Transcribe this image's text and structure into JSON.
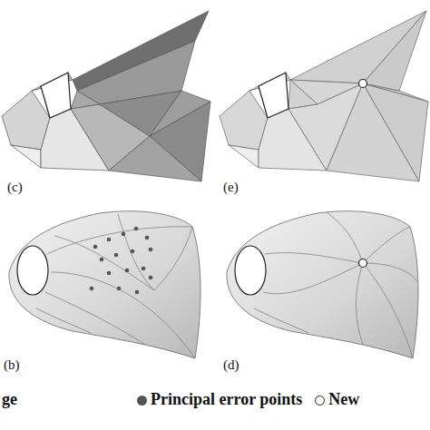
{
  "diagram": {
    "labels": [
      "(c)",
      "(e)",
      "(b)",
      "(d)"
    ],
    "legend": [
      {
        "text": "ge"
      },
      {
        "text": "Principal error points"
      },
      {
        "text": "New"
      }
    ]
  }
}
